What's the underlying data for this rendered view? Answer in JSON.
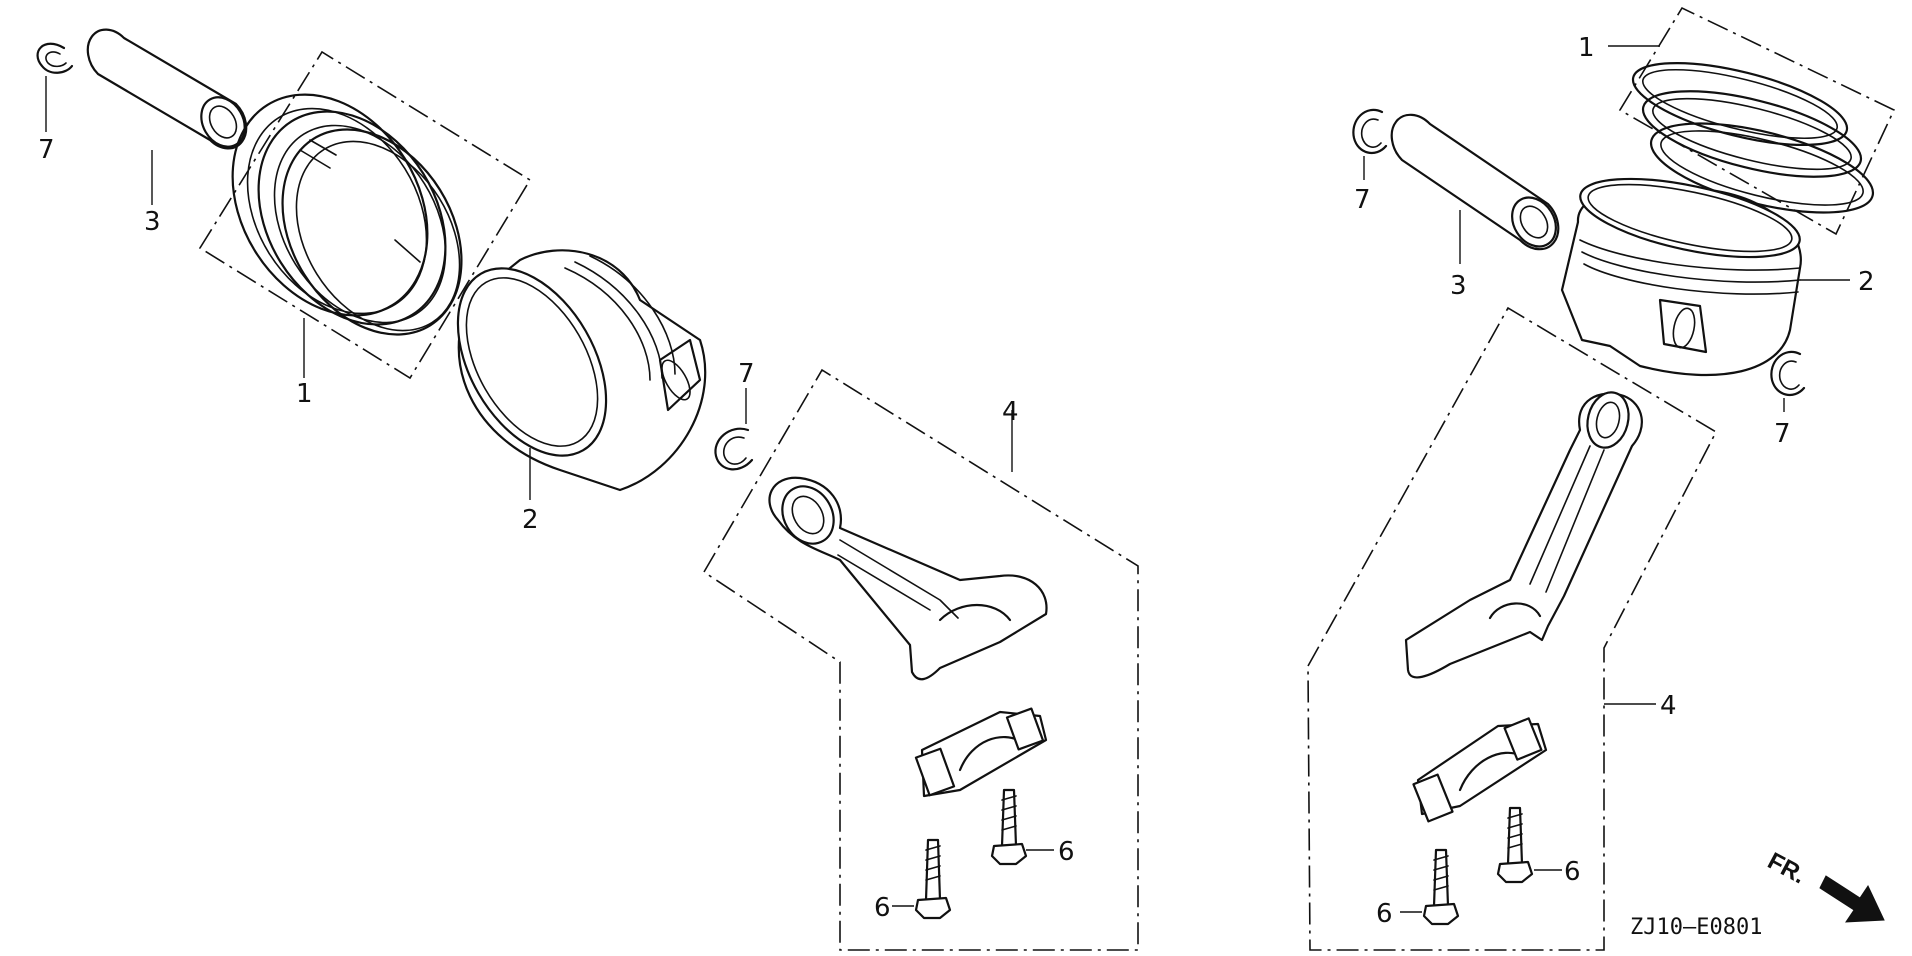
{
  "diagram": {
    "drawing_code": "ZJ10—E0801",
    "front_indicator": "FR.",
    "callouts": {
      "left": {
        "snap_ring_a": "7",
        "piston_pin": "3",
        "ring_set": "1",
        "piston": "2",
        "snap_ring_b": "7",
        "connecting_rod_assembly": "4",
        "bolt_a": "6",
        "bolt_b": "6"
      },
      "right": {
        "ring_set": "1",
        "snap_ring_a": "7",
        "piston_pin": "3",
        "piston": "2",
        "snap_ring_b": "7",
        "connecting_rod_assembly": "4",
        "bolt_a": "6",
        "bolt_b": "6"
      }
    }
  }
}
